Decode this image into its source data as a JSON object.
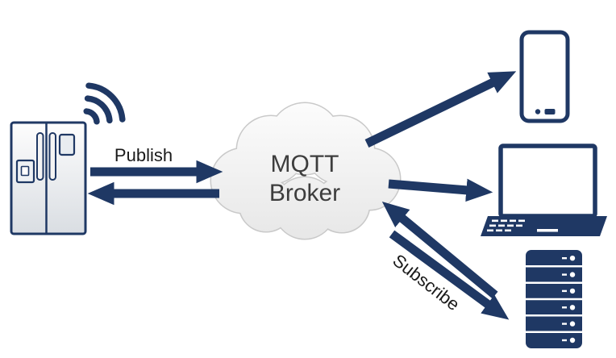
{
  "colors": {
    "primary": "#1f3864",
    "cloud-fill-top": "#fcfcfc",
    "cloud-fill-bottom": "#e7e7e7",
    "cloud-stroke": "#c9c9c9",
    "label-text": "#1a1a1a",
    "broker-text": "#3d3d3d"
  },
  "broker": {
    "line1": "MQTT",
    "line2": "Broker"
  },
  "labels": {
    "publish": "Publish",
    "subscribe": "Subscribe"
  },
  "icons": {
    "publisher": "refrigerator-icon",
    "wireless": "wifi-signal-icon",
    "subscriber_top": "smartphone-icon",
    "subscriber_middle": "laptop-icon",
    "subscriber_bottom": "server-icon"
  }
}
